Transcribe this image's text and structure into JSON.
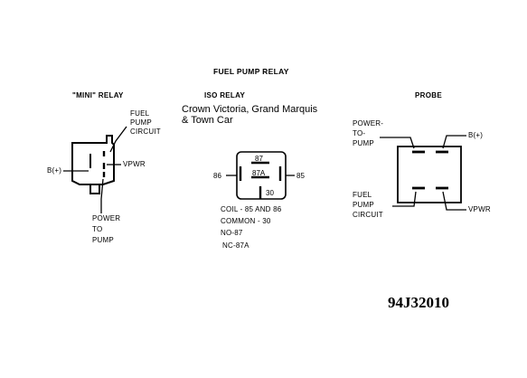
{
  "title": "FUEL PUMP RELAY",
  "mini_relay": {
    "heading": "\"MINI\" RELAY",
    "fuel_pump_circuit": [
      "FUEL",
      "PUMP",
      "CIRCUIT"
    ],
    "b_plus": "B(+)",
    "vpwr": "VPWR",
    "power_to_pump": [
      "POWER",
      "TO",
      "PUMP"
    ]
  },
  "iso_relay": {
    "heading": "ISO RELAY",
    "applicability": [
      "Crown Victoria, Grand Marquis",
      "& Town Car"
    ],
    "pins": {
      "p87": "87",
      "p87a": "87A",
      "p86": "86",
      "p85": "85",
      "p30": "30"
    },
    "legend": [
      "COIL - 85 AND 86",
      "COMMON - 30",
      "NO-87",
      "NC-87A"
    ]
  },
  "probe": {
    "heading": "PROBE",
    "power_to_pump": [
      "POWER-",
      "TO-",
      "PUMP"
    ],
    "b_plus": "B(+)",
    "fuel_pump_circuit": [
      "FUEL",
      "PUMP",
      "CIRCUIT"
    ],
    "vpwr": "VPWR"
  },
  "figure_id": "94J32010"
}
